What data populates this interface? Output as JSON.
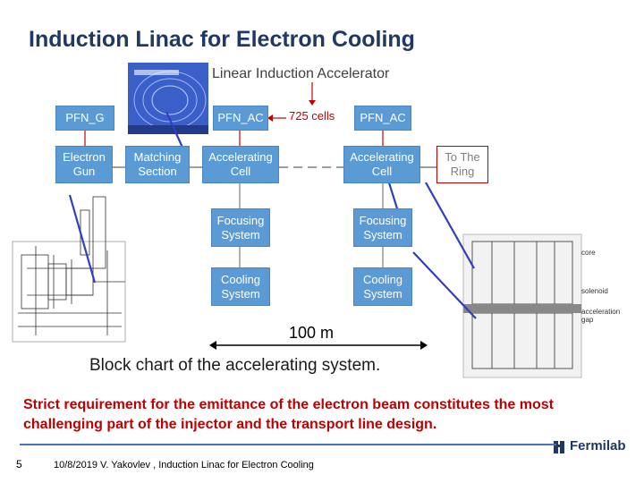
{
  "slide": {
    "title": "Induction Linac for Electron Cooling",
    "caption": "Block chart of the accelerating system.",
    "requirement": "Strict requirement for the emittance of the electron beam constitutes the most challenging part of the injector and the transport line design.",
    "slide_number": "5",
    "footer": "10/8/2019 V. Yakovlev , Induction Linac for Electron Cooling",
    "logo_text": "Fermilab"
  },
  "diagram": {
    "header": "Linear Induction Accelerator",
    "cells_label": "725 cells",
    "distance_label": "100 m",
    "blocks": {
      "pfn_g": "PFN_G",
      "pfn_ac_left": "PFN_AC",
      "pfn_ac_right": "PFN_AC",
      "electron_gun": "Electron\nGun",
      "matching_section": "Matching\nSection",
      "accel_cell_left": "Accelerating\nCell",
      "accel_cell_right": "Accelerating\nCell",
      "to_the_ring": "To The\nRing",
      "focusing_left": "Focusing\nSystem",
      "focusing_right": "Focusing\nSystem",
      "cooling_left": "Cooling\nSystem",
      "cooling_right": "Cooling\nSystem"
    },
    "cell_drawing_labels": {
      "core": "core",
      "solenoid": "solenoid",
      "gap": "acceleration\ngap"
    }
  },
  "colors": {
    "block_fill": "#5b9bd5",
    "title": "#1f3864",
    "emphasis": "#c00000"
  }
}
